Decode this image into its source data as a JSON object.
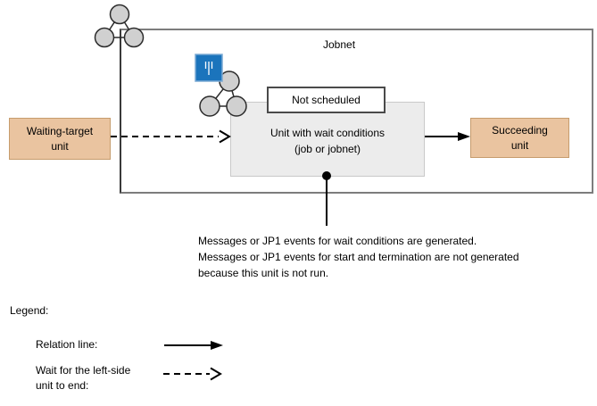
{
  "jobnet": {
    "label": "Jobnet"
  },
  "nodes": {
    "not_scheduled": {
      "label": "Not scheduled"
    },
    "unit_with_wait": {
      "line1": "Unit with wait conditions",
      "line2": "(job or jobnet)"
    },
    "waiting_target": {
      "line1": "Waiting-target",
      "line2": "unit"
    },
    "succeeding": {
      "line1": "Succeeding",
      "line2": "unit"
    }
  },
  "annotation": {
    "line1": "Messages or JP1 events for wait conditions are generated.",
    "line2": "Messages or JP1 events for start and termination are not generated",
    "line3": "because this unit is not run."
  },
  "legend": {
    "title": "Legend:",
    "relation_label": "Relation line:",
    "wait_label_line1": "Wait for the left-side",
    "wait_label_line2": "unit to end:"
  },
  "icons": {
    "jobnet_icon": "three-gray-circles",
    "wait_jobnet_icon": "blue-square-psi"
  },
  "colors": {
    "wait_icon_blue": "#1b74bc",
    "wait_icon_blue_border": "#7aa9d4",
    "unit_box_fill": "#ececec",
    "unit_box_border": "#c9c9c9",
    "tan_box_fill": "#eac4a0",
    "tan_box_border": "#c69c6d",
    "circle_fill": "#d0d0d0",
    "circle_stroke": "#2b2b2b",
    "jobnet_border": "#7d7d7d",
    "arrow": "#000000"
  }
}
